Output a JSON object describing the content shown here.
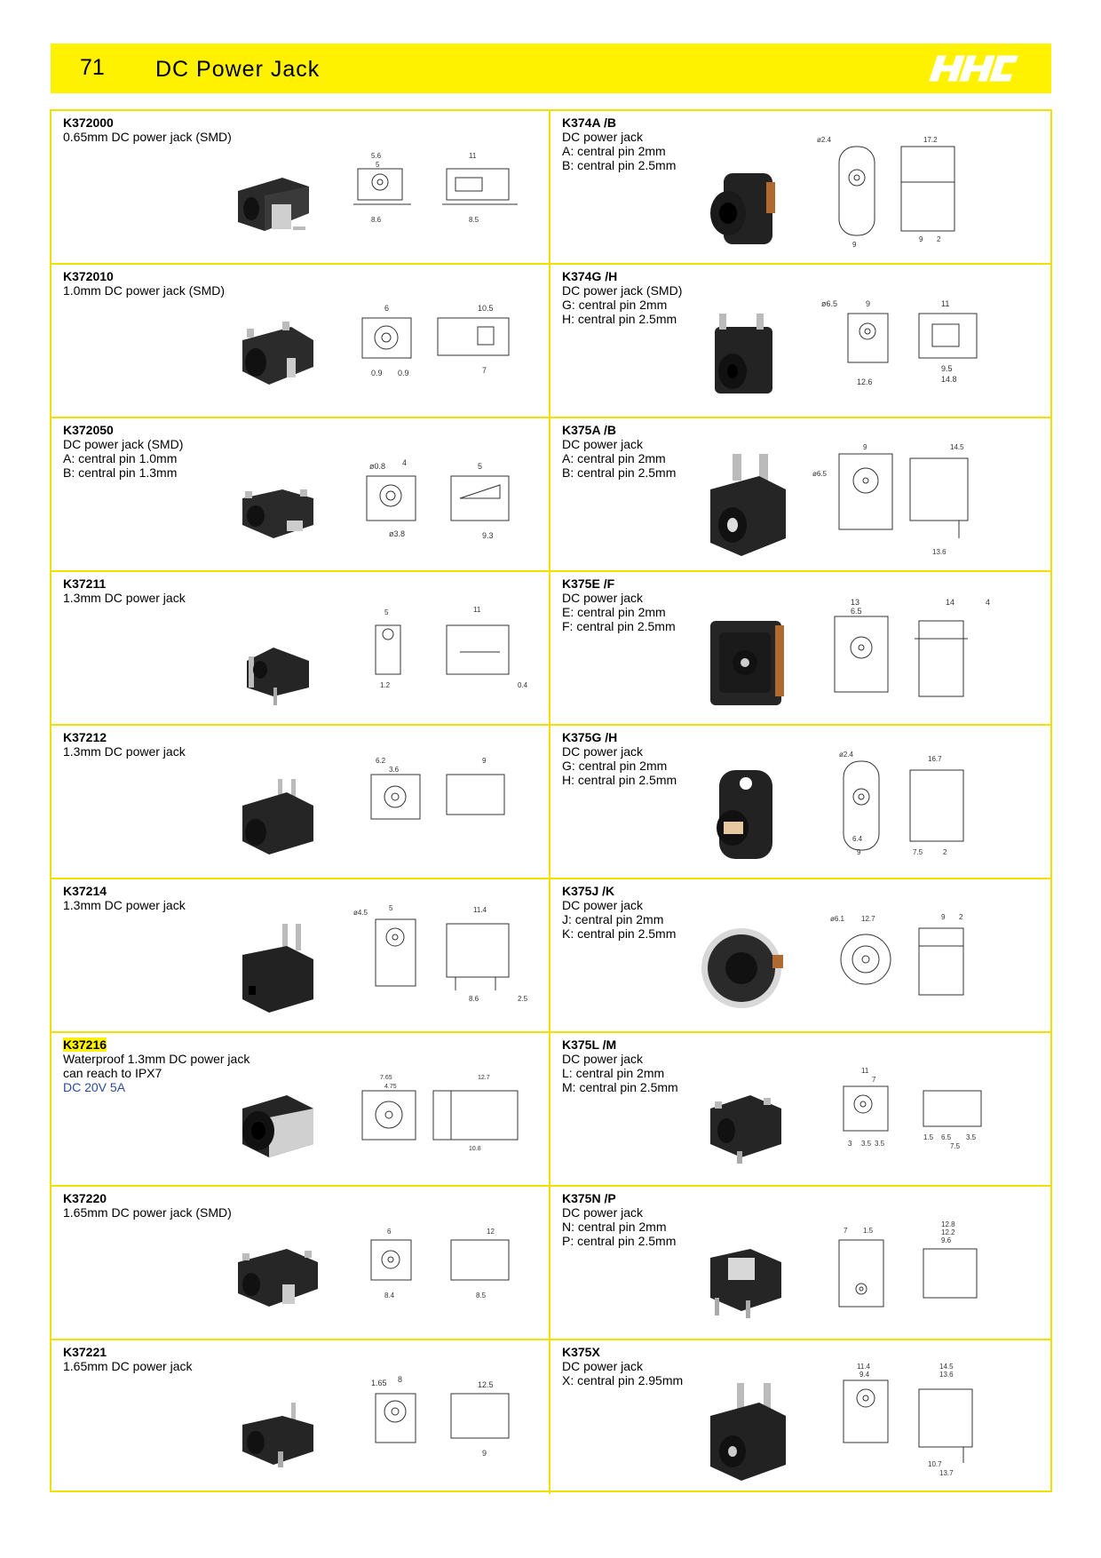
{
  "header": {
    "page_number": "71",
    "title": "DC Power Jack",
    "logo_text": "HHC",
    "bg_color": "#fff200"
  },
  "rows": [
    {
      "left": {
        "code": "K372000",
        "lines": [
          "0.65mm DC power jack (SMD)"
        ]
      },
      "right": {
        "code": "K374A /B",
        "lines": [
          "DC power jack",
          "A: central pin 2mm",
          "B: central pin 2.5mm"
        ]
      }
    },
    {
      "left": {
        "code": "K372010",
        "lines": [
          "1.0mm DC power jack (SMD)"
        ]
      },
      "right": {
        "code": "K374G /H",
        "lines": [
          "DC power jack (SMD)",
          "G: central pin 2mm",
          "H: central pin 2.5mm"
        ]
      }
    },
    {
      "left": {
        "code": "K372050",
        "lines": [
          "DC power jack (SMD)",
          "A: central pin 1.0mm",
          "B: central pin 1.3mm"
        ]
      },
      "right": {
        "code": "K375A /B",
        "lines": [
          "DC power jack",
          "A: central pin 2mm",
          "B: central pin 2.5mm"
        ]
      }
    },
    {
      "left": {
        "code": "K37211",
        "lines": [
          "1.3mm DC power jack"
        ]
      },
      "right": {
        "code": "K375E /F",
        "lines": [
          "DC power jack",
          "E: central pin 2mm",
          "F: central pin 2.5mm"
        ]
      }
    },
    {
      "left": {
        "code": "K37212",
        "lines": [
          "1.3mm DC power jack"
        ]
      },
      "right": {
        "code": "K375G /H",
        "lines": [
          "DC power jack",
          "G: central pin 2mm",
          "H: central pin 2.5mm"
        ]
      }
    },
    {
      "left": {
        "code": "K37214",
        "lines": [
          "1.3mm DC power jack"
        ]
      },
      "right": {
        "code": "K375J /K",
        "lines": [
          "DC power jack",
          "J: central pin 2mm",
          "K: central pin 2.5mm"
        ]
      }
    },
    {
      "left": {
        "code": "K37216",
        "highlight": true,
        "lines": [
          "Waterproof 1.3mm DC power jack",
          "can reach to IPX7"
        ],
        "rating": "DC 20V 5A"
      },
      "right": {
        "code": "K375L /M",
        "lines": [
          "DC power jack",
          "L:  central pin 2mm",
          "M: central pin 2.5mm"
        ]
      }
    },
    {
      "left": {
        "code": "K37220",
        "lines": [
          "1.65mm DC power jack (SMD)"
        ]
      },
      "right": {
        "code": "K375N /P",
        "lines": [
          "DC power jack",
          "N: central pin 2mm",
          "P: central pin 2.5mm"
        ]
      }
    },
    {
      "left": {
        "code": "K37221",
        "lines": [
          "1.65mm DC power jack"
        ]
      },
      "right": {
        "code": "K375X",
        "lines": [
          "DC power jack",
          "X: central pin 2.95mm"
        ]
      }
    }
  ]
}
